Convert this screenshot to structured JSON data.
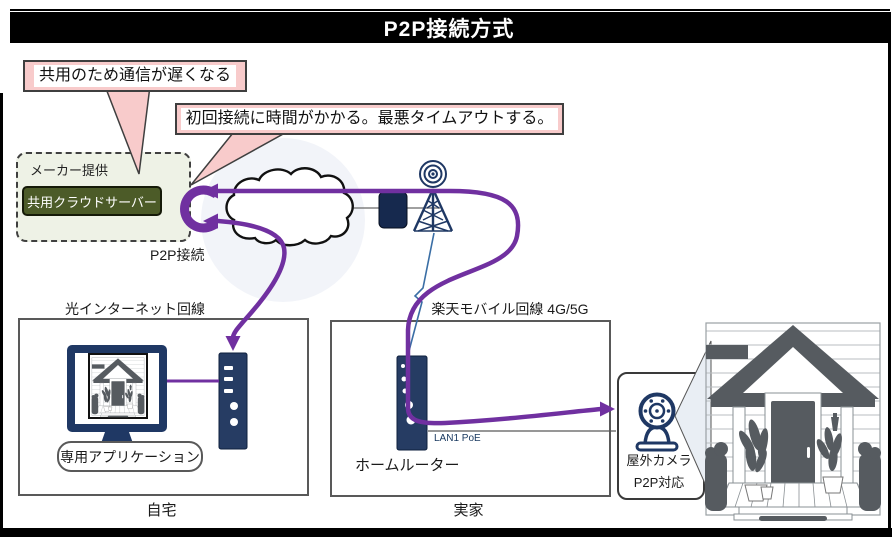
{
  "title": "P2P接続方式",
  "callouts": {
    "shared": "共用のため通信が遅くなる",
    "timeout": "初回接続に時間がかかる。最悪タイムアウトする。"
  },
  "provider": {
    "label": "メーカー提供",
    "server": "共用クラウドサーバー",
    "p2p": "P2P接続"
  },
  "home": {
    "line": "光インターネット回線",
    "app": "専用アプリケーション",
    "caption": "自宅"
  },
  "parents": {
    "line": "楽天モバイル回線 4G/5G",
    "router": "ホームルーター",
    "port": "LAN1 PoE",
    "caption": "実家"
  },
  "camera": {
    "name": "屋外カメラ",
    "support": "P2P対応"
  },
  "colors": {
    "purple": "#7030a0",
    "navy": "#1f3864",
    "pink": "#f8cbcb",
    "olive": "#4c5b28",
    "illustration_gray": "#565b60",
    "background_circle": "#f2f4f9"
  }
}
